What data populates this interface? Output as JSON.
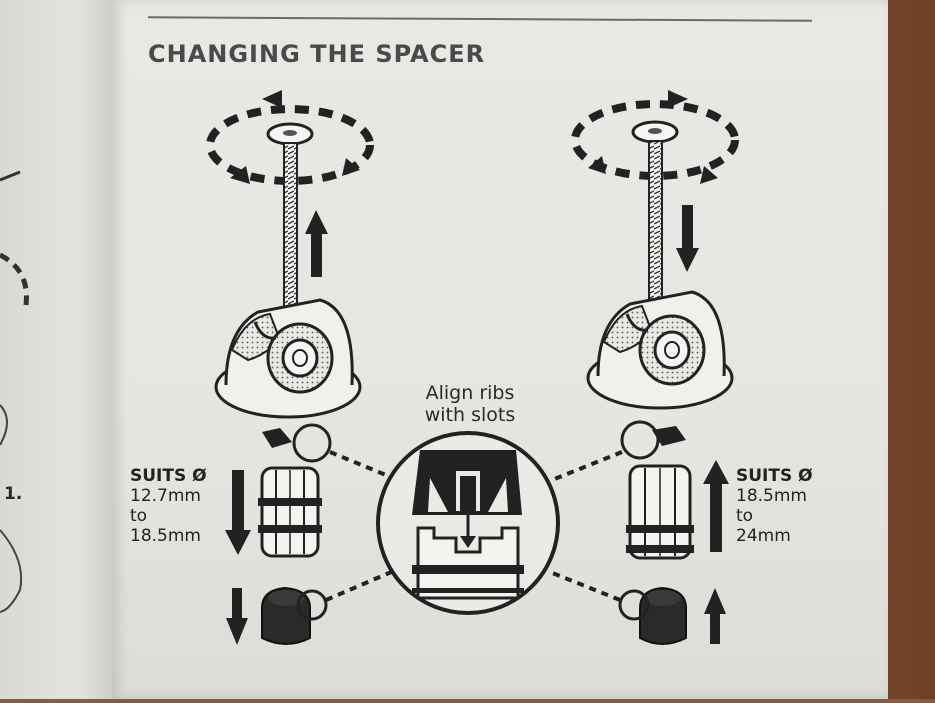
{
  "page": {
    "title": "CHANGING THE SPACER",
    "left_page_number": "1."
  },
  "diagram": {
    "center_label_line1": "Align ribs",
    "center_label_line2": "with slots",
    "left_spec": {
      "heading": "SUITS Ø",
      "from": "12.7mm",
      "to_word": "to",
      "to": "18.5mm"
    },
    "right_spec": {
      "heading": "SUITS Ø",
      "from": "18.5mm",
      "to_word": "to",
      "to": "24mm"
    }
  },
  "colors": {
    "ink": "#2a2a2a",
    "paper": "#e7e6e2",
    "wood": "#8a5a3a"
  }
}
